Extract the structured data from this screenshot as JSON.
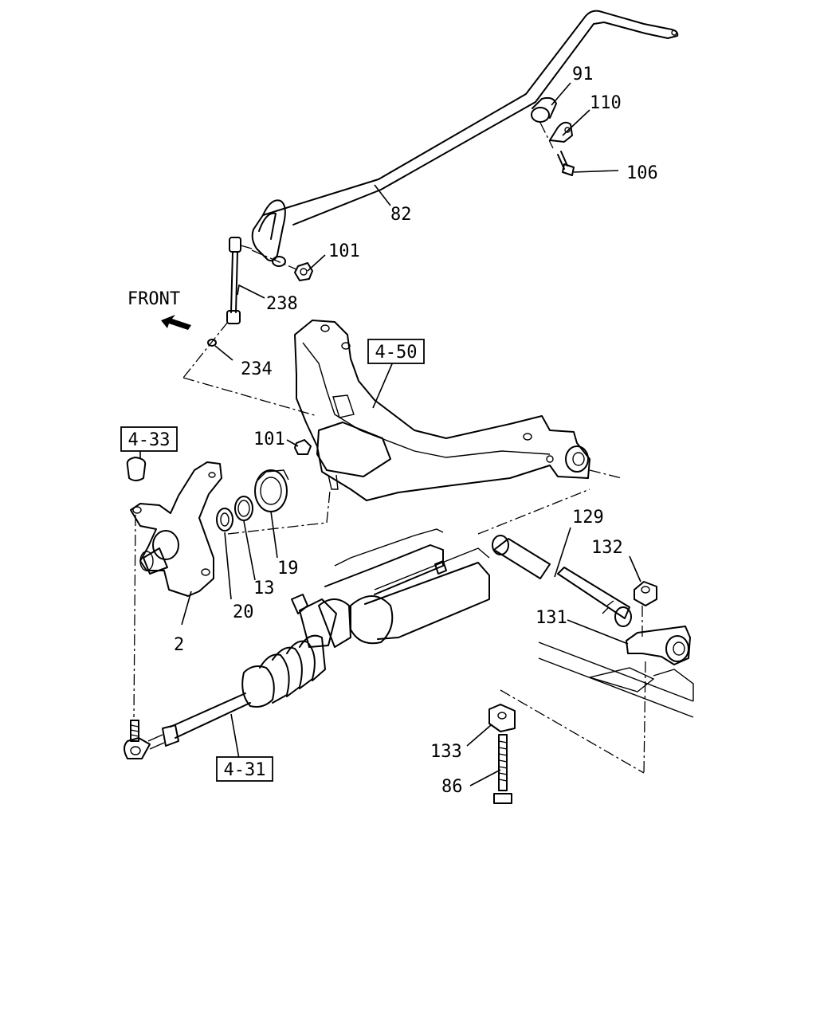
{
  "diagram": {
    "front_label": "FRONT",
    "part_numbers": {
      "p91": "91",
      "p110": "110",
      "p106": "106",
      "p82": "82",
      "p101_top": "101",
      "p238": "238",
      "p234": "234",
      "p101_mid": "101",
      "p19": "19",
      "p13": "13",
      "p20": "20",
      "p2": "2",
      "p129": "129",
      "p132": "132",
      "p131": "131",
      "p133": "133",
      "p86": "86"
    },
    "references": {
      "r450": "4-50",
      "r433": "4-33",
      "r431": "4-31"
    }
  }
}
